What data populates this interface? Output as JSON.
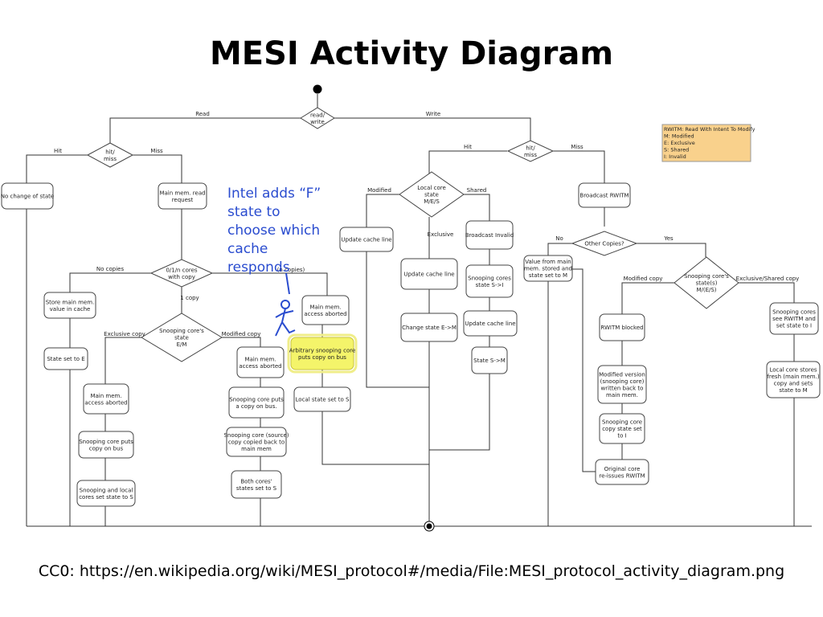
{
  "slide": {
    "title": "MESI Activity Diagram",
    "credit": "CC0: https://en.wikipedia.org/wiki/MESI_protocol#/media/File:MESI_protocol_activity_diagram.png"
  },
  "annotation": {
    "lines": [
      "Intel adds “F”",
      "state to",
      "choose which",
      "cache",
      "responds"
    ],
    "color": "#2a4ccf"
  },
  "legend": {
    "lines": [
      "RWITM: Read With Intent To Modify",
      "M: Modified",
      "E: Exclusive",
      "S: Shared",
      "I: Invalid"
    ],
    "fill": "#f9d18c"
  },
  "highlight_color": "#f4f46a",
  "nodes": {
    "rw": [
      "read/",
      "write"
    ],
    "hitL": [
      "hit/",
      "miss"
    ],
    "hitR": [
      "hit/",
      "miss"
    ],
    "nochange": [
      "No change of state"
    ],
    "mainreq": [
      "Main mem. read",
      "request"
    ],
    "cores01n": [
      "0/1/n cores",
      "with copy"
    ],
    "store": [
      "Store main mem.",
      "value in cache"
    ],
    "setE": [
      "State set to E"
    ],
    "snoopState": [
      "Snooping core's",
      "state",
      "E/M"
    ],
    "mmAbortE": [
      "Main mem.",
      "access aborted"
    ],
    "snoopPuts": [
      "Snooping core puts",
      "copy on bus"
    ],
    "snoopLocalS": [
      "Snooping and local",
      "cores set state to S"
    ],
    "mmAbortM": [
      "Main mem.",
      "access aborted"
    ],
    "snoopPutsM": [
      "Snooping core puts",
      "a copy on bus."
    ],
    "snoopSource": [
      "Snooping core (source)",
      "copy copied back to",
      "main mem"
    ],
    "bothS": [
      "Both cores'",
      "states set to S"
    ],
    "mmAbortN": [
      "Main mem.",
      "access aborted"
    ],
    "arbitrary": [
      "Arbitrary snooping core",
      "puts copy on bus"
    ],
    "localS": [
      "Local state set to S"
    ],
    "localState": [
      "Local core",
      "state",
      "M/E/S"
    ],
    "updMod": [
      "Update cache line"
    ],
    "updExcl": [
      "Update cache line"
    ],
    "changeEM": [
      "Change state E->M"
    ],
    "bcastInv": [
      "Broadcast Invalid"
    ],
    "snoopSI": [
      "Snooping cores",
      "state S->I"
    ],
    "updShared": [
      "Update cache line"
    ],
    "stateSM": [
      "State S->M"
    ],
    "bcastRWITM": [
      "Broadcast RWITM"
    ],
    "otherCopies": [
      "Other Copies?"
    ],
    "valueMain": [
      "Value from main",
      "mem. stored and",
      "state set to M"
    ],
    "snoopStates": [
      "Snooping core's",
      "state(s)",
      "M/(E/S)"
    ],
    "rwitmBlocked": [
      "RWITM blocked"
    ],
    "modVersion": [
      "Modified version",
      "(snooping core)",
      "written back to",
      "main mem."
    ],
    "snoopSetI": [
      "Snooping core",
      "copy state set",
      "to I"
    ],
    "origReissue": [
      "Original core",
      "re-issues RWITM"
    ],
    "snoopRWITM": [
      "Snooping cores",
      "see RWITM and",
      "set state to I"
    ],
    "localFresh": [
      "Local core stores",
      "fresh (main mem.)",
      "copy and sets",
      "state to M"
    ]
  },
  "edge_labels": {
    "read": "Read",
    "write": "Write",
    "hitL": "Hit",
    "missL": "Miss",
    "hitR": "Hit",
    "missR": "Miss",
    "nocopies": "No copies",
    "onecopy": "1 copy",
    "exclcopy": "Exclusive copy",
    "modcopy": "Modified copy",
    "ncopies": "(n copies)",
    "modified": "Modified",
    "exclusive": "Exclusive",
    "shared": "Shared",
    "no": "No",
    "yes": "Yes",
    "modcopy2": "Modified copy",
    "exclshared": "Exclusive/Shared copy"
  }
}
